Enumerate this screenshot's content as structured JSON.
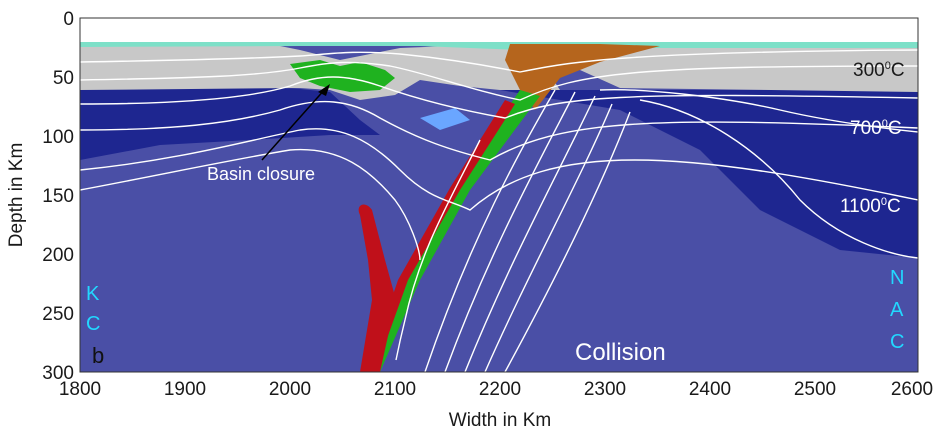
{
  "figure": {
    "panel_label": "b",
    "xlabel": "Width in Km",
    "ylabel": "Depth in Km",
    "x_ticks": [
      "1800",
      "1900",
      "2000",
      "2100",
      "2200",
      "2300",
      "2400",
      "2500",
      "2600"
    ],
    "y_ticks": [
      "0",
      "50",
      "100",
      "150",
      "200",
      "250",
      "300"
    ],
    "annotations": {
      "basin_closure": "Basin closure",
      "collision": "Collision"
    },
    "isotherms": {
      "t300": "300",
      "t700": "700",
      "t1100": "1100",
      "degree": "0",
      "unit": "C"
    },
    "left_block": [
      "K",
      "C"
    ],
    "right_block": [
      "N",
      "A",
      "C"
    ],
    "colors": {
      "mantle": "#4a4fa6",
      "lithosphere": "#1e2690",
      "crust": "#c8c8c8",
      "sediment": "#7de0c8",
      "slab_green": "#1fb21f",
      "slab_red": "#c0101a",
      "wedge_brown": "#b5651d",
      "isotherm": "#ffffff",
      "label_cyan": "#22d8ff"
    }
  }
}
